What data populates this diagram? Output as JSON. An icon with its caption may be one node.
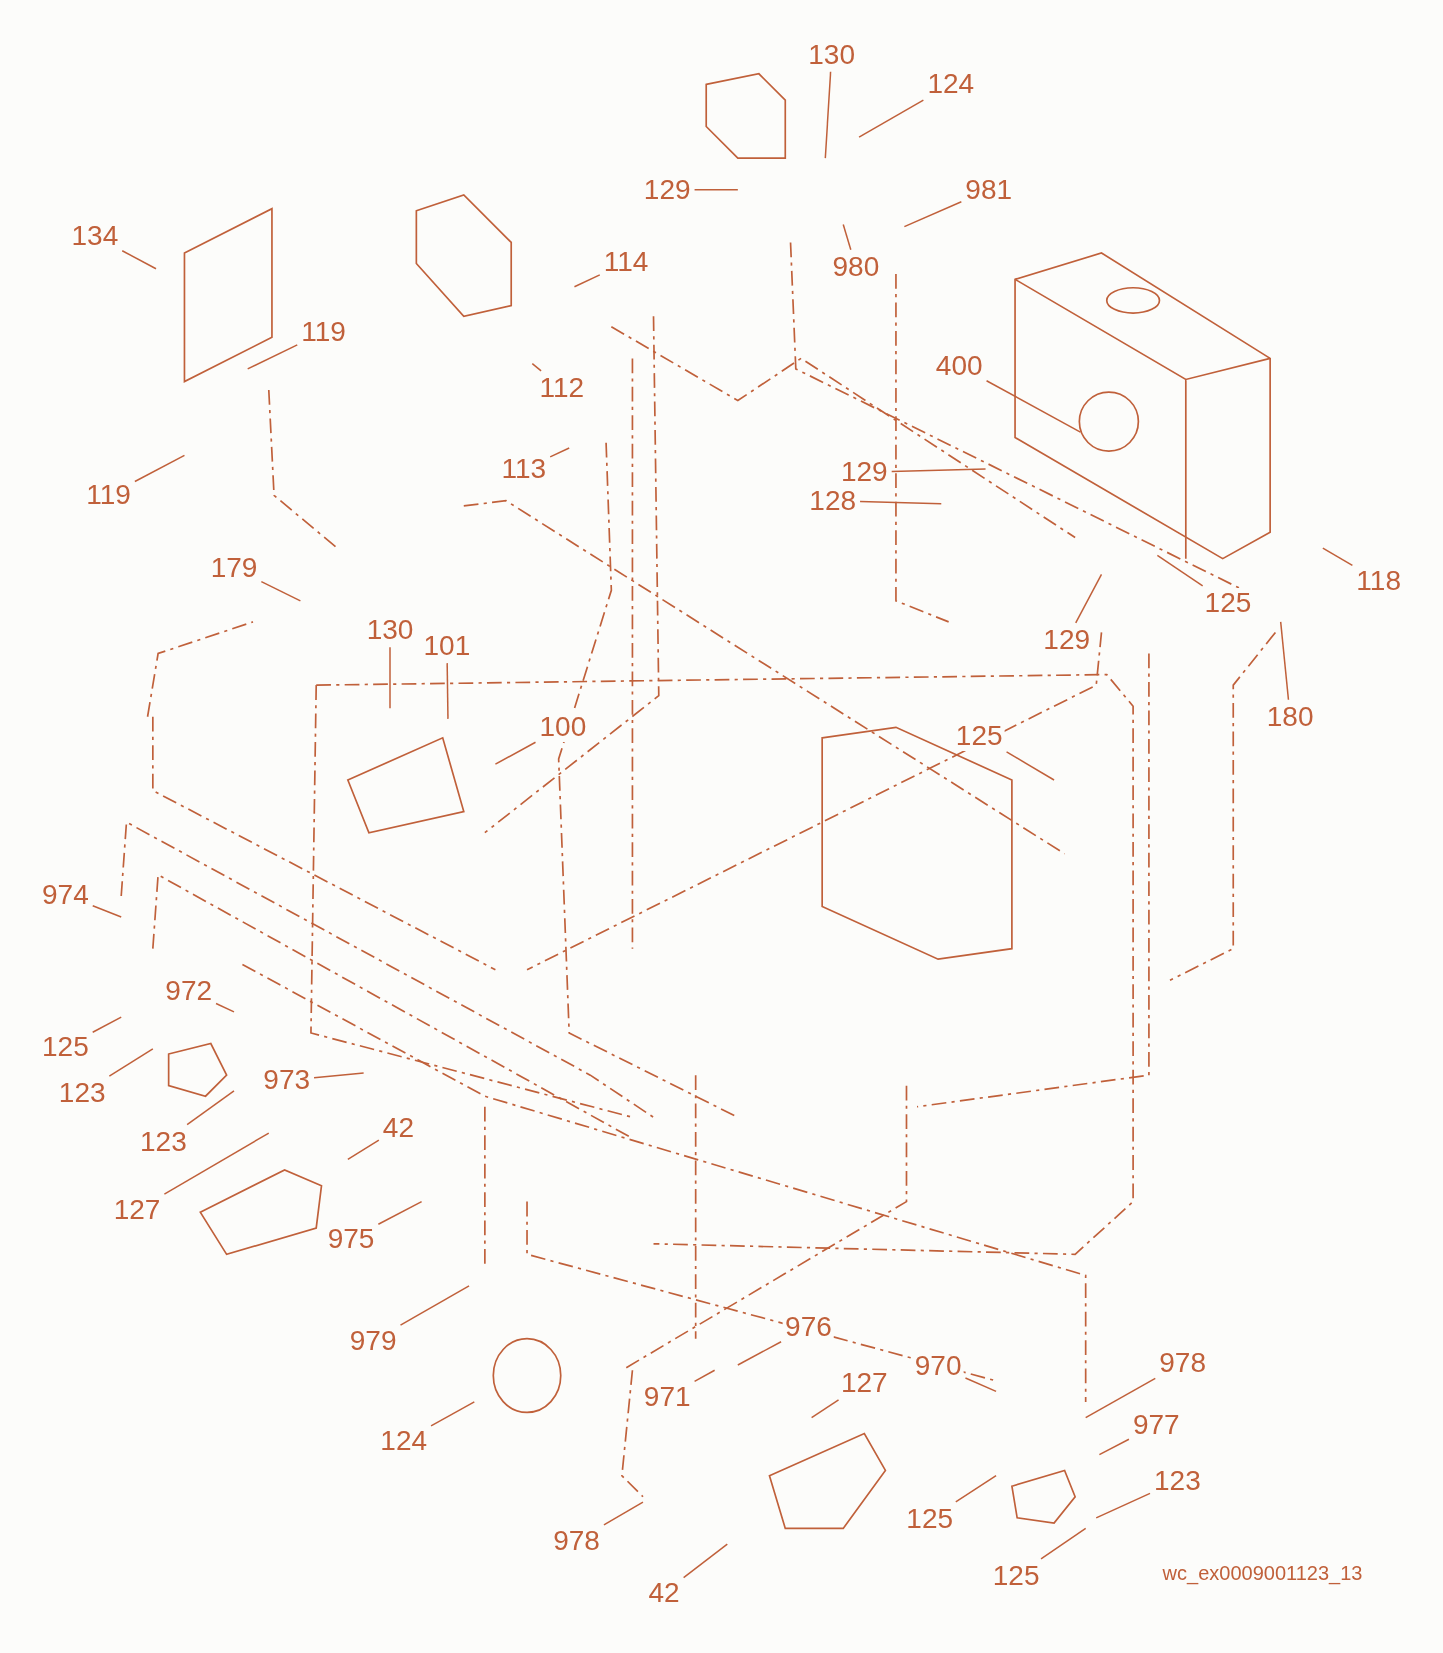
{
  "diagram": {
    "nodes": [
      {
        "text": [
          "130"
        ]
      },
      {
        "text": [
          "124"
        ]
      },
      {
        "text": [
          "129"
        ]
      },
      {
        "text": [
          "981"
        ]
      },
      {
        "text": [
          "980"
        ]
      },
      {
        "text": [
          "134"
        ]
      },
      {
        "text": [
          "114"
        ]
      },
      {
        "text": [
          "119"
        ]
      },
      {
        "text": [
          "112"
        ]
      },
      {
        "text": [
          "400"
        ]
      },
      {
        "text": [
          "119"
        ]
      },
      {
        "text": [
          "113"
        ]
      },
      {
        "text": [
          "129"
        ]
      },
      {
        "text": [
          "128"
        ]
      },
      {
        "text": [
          "179"
        ]
      },
      {
        "text": [
          "125"
        ]
      },
      {
        "text": [
          "118"
        ]
      },
      {
        "text": [
          "129"
        ]
      },
      {
        "text": [
          "130"
        ]
      },
      {
        "text": [
          "101"
        ]
      },
      {
        "text": [
          "180"
        ]
      },
      {
        "text": [
          "100"
        ]
      },
      {
        "text": [
          "125"
        ]
      },
      {
        "text": [
          "974"
        ]
      },
      {
        "text": [
          "972"
        ]
      },
      {
        "text": [
          "125"
        ]
      },
      {
        "text": [
          "973"
        ]
      },
      {
        "text": [
          "123"
        ]
      },
      {
        "text": [
          "42"
        ]
      },
      {
        "text": [
          "123"
        ]
      },
      {
        "text": [
          "127"
        ]
      },
      {
        "text": [
          "975"
        ]
      },
      {
        "text": [
          "979"
        ]
      },
      {
        "text": [
          "976"
        ]
      },
      {
        "text": [
          "970"
        ]
      },
      {
        "text": [
          "978"
        ]
      },
      {
        "text": [
          "127"
        ]
      },
      {
        "text": [
          "971"
        ]
      },
      {
        "text": [
          "977"
        ]
      },
      {
        "text": [
          "124"
        ]
      },
      {
        "text": [
          "123"
        ]
      },
      {
        "text": [
          "125"
        ]
      },
      {
        "text": [
          "978"
        ]
      },
      {
        "text": [
          "125"
        ]
      },
      {
        "text": [
          "42"
        ]
      }
    ],
    "edges": [
      {
        "from": 0,
        "to": null,
        "arrow": "none"
      },
      {
        "from": 1,
        "to": null,
        "arrow": "none"
      },
      {
        "from": 2,
        "to": null,
        "arrow": "none"
      },
      {
        "from": 3,
        "to": null,
        "arrow": "none"
      },
      {
        "from": 4,
        "to": null,
        "arrow": "none"
      },
      {
        "from": 5,
        "to": null,
        "arrow": "none"
      },
      {
        "from": 6,
        "to": null,
        "arrow": "none"
      },
      {
        "from": 7,
        "to": null,
        "arrow": "none"
      },
      {
        "from": 8,
        "to": null,
        "arrow": "none"
      },
      {
        "from": 9,
        "to": null,
        "arrow": "none"
      },
      {
        "from": 10,
        "to": null,
        "arrow": "none"
      },
      {
        "from": 11,
        "to": null,
        "arrow": "none"
      },
      {
        "from": 12,
        "to": null,
        "arrow": "none"
      },
      {
        "from": 13,
        "to": null,
        "arrow": "none"
      },
      {
        "from": 14,
        "to": null,
        "arrow": "none"
      },
      {
        "from": 15,
        "to": null,
        "arrow": "none"
      },
      {
        "from": 16,
        "to": null,
        "arrow": "none"
      },
      {
        "from": 17,
        "to": null,
        "arrow": "none"
      },
      {
        "from": 18,
        "to": null,
        "arrow": "none"
      },
      {
        "from": 19,
        "to": null,
        "arrow": "none"
      },
      {
        "from": 20,
        "to": null,
        "arrow": "none"
      },
      {
        "from": 21,
        "to": null,
        "arrow": "none"
      },
      {
        "from": 22,
        "to": null,
        "arrow": "none"
      },
      {
        "from": 23,
        "to": null,
        "arrow": "none"
      },
      {
        "from": 24,
        "to": null,
        "arrow": "none"
      },
      {
        "from": 25,
        "to": null,
        "arrow": "none"
      },
      {
        "from": 26,
        "to": null,
        "arrow": "none"
      },
      {
        "from": 27,
        "to": null,
        "arrow": "none"
      },
      {
        "from": 28,
        "to": null,
        "arrow": "none"
      },
      {
        "from": 29,
        "to": null,
        "arrow": "none"
      },
      {
        "from": 30,
        "to": null,
        "arrow": "none"
      },
      {
        "from": 31,
        "to": null,
        "arrow": "none"
      },
      {
        "from": 32,
        "to": null,
        "arrow": "none"
      },
      {
        "from": 33,
        "to": null,
        "arrow": "none"
      },
      {
        "from": 34,
        "to": null,
        "arrow": "none"
      },
      {
        "from": 35,
        "to": null,
        "arrow": "none"
      },
      {
        "from": 36,
        "to": null,
        "arrow": "none"
      },
      {
        "from": 37,
        "to": null,
        "arrow": "none"
      },
      {
        "from": 38,
        "to": null,
        "arrow": "none"
      },
      {
        "from": 39,
        "to": null,
        "arrow": "none"
      },
      {
        "from": 40,
        "to": null,
        "arrow": "none"
      },
      {
        "from": 41,
        "to": null,
        "arrow": "none"
      },
      {
        "from": 42,
        "to": null,
        "arrow": "none"
      },
      {
        "from": 43,
        "to": null,
        "arrow": "none"
      },
      {
        "from": 44,
        "to": null,
        "arrow": "none"
      }
    ],
    "labels": [
      "wc_ex0009001123_13"
    ]
  }
}
